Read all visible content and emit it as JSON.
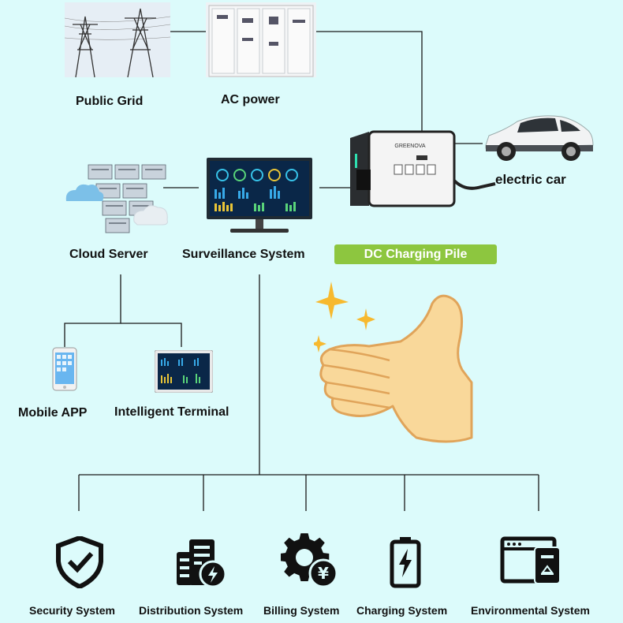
{
  "nodes": {
    "public_grid": "Public Grid",
    "ac_power": "AC power",
    "electric_car": "electric car",
    "cloud_server": "Cloud Server",
    "surveillance": "Surveillance System",
    "dc_pile": "DC Charging Pile",
    "mobile_app": "Mobile APP",
    "intelligent_terminal": "Intelligent Terminal"
  },
  "pile_brand": "GREENOVA",
  "subsystems": [
    {
      "label": "Security System",
      "icon": "shield-check-icon"
    },
    {
      "label": "Distribution System",
      "icon": "building-power-icon"
    },
    {
      "label": "Billing System",
      "icon": "gear-yen-icon"
    },
    {
      "label": "Charging System",
      "icon": "battery-bolt-icon"
    },
    {
      "label": "Environmental System",
      "icon": "window-recycle-icon"
    }
  ],
  "colors": {
    "background": "#dcfbfb",
    "accent_green": "#8dc63f",
    "line": "#1a1a1a"
  }
}
